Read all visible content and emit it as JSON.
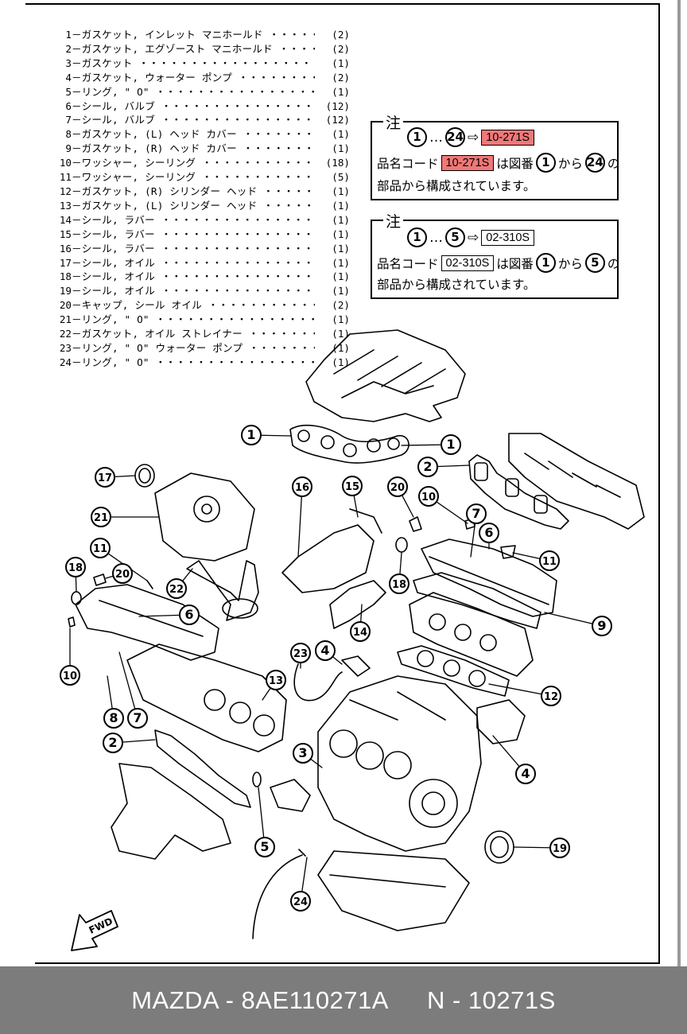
{
  "parts": [
    {
      "no": "1",
      "name": "ガスケット, インレット マニホールド",
      "qty": "(2)"
    },
    {
      "no": "2",
      "name": "ガスケット, エグゾースト マニホールド",
      "qty": "(2)"
    },
    {
      "no": "3",
      "name": "ガスケット",
      "qty": "(1)"
    },
    {
      "no": "4",
      "name": "ガスケット, ウォーター ポンプ",
      "qty": "(2)"
    },
    {
      "no": "5",
      "name": "リング, \" O\"",
      "qty": "(1)"
    },
    {
      "no": "6",
      "name": "シール, バルブ",
      "qty": "(12)"
    },
    {
      "no": "7",
      "name": "シール, バルブ",
      "qty": "(12)"
    },
    {
      "no": "8",
      "name": "ガスケット, (L) ヘッド カバー",
      "qty": "(1)"
    },
    {
      "no": "9",
      "name": "ガスケット, (R) ヘッド カバー",
      "qty": "(1)"
    },
    {
      "no": "10",
      "name": "ワッシャー, シーリング",
      "qty": "(18)"
    },
    {
      "no": "11",
      "name": "ワッシャー, シーリング",
      "qty": "(5)"
    },
    {
      "no": "12",
      "name": "ガスケット, (R) シリンダー ヘッド",
      "qty": "(1)"
    },
    {
      "no": "13",
      "name": "ガスケット, (L) シリンダー ヘッド",
      "qty": "(1)"
    },
    {
      "no": "14",
      "name": "シール, ラバー",
      "qty": "(1)"
    },
    {
      "no": "15",
      "name": "シール, ラバー",
      "qty": "(1)"
    },
    {
      "no": "16",
      "name": "シール, ラバー",
      "qty": "(1)"
    },
    {
      "no": "17",
      "name": "シール, オイル",
      "qty": "(1)"
    },
    {
      "no": "18",
      "name": "シール, オイル",
      "qty": "(1)"
    },
    {
      "no": "19",
      "name": "シール, オイル",
      "qty": "(1)"
    },
    {
      "no": "20",
      "name": "キャップ, シール オイル",
      "qty": "(2)"
    },
    {
      "no": "21",
      "name": "リング, \" O\"",
      "qty": "(1)"
    },
    {
      "no": "22",
      "name": "ガスケット, オイル ストレイナー",
      "qty": "(1)"
    },
    {
      "no": "23",
      "name": "リング, \" O\" ウォーター ポンプ",
      "qty": "(1)"
    },
    {
      "no": "24",
      "name": "リング, \" O\"",
      "qty": "(1)"
    }
  ],
  "notes": [
    {
      "label": "注",
      "from": "1",
      "to": "24",
      "code": "10-271S",
      "prefix": "品名コード",
      "mid": "は図番",
      "kara": "から",
      "no": "の",
      "line3": "部品から構成されています。",
      "highlight": true
    },
    {
      "label": "注",
      "from": "1",
      "to": "5",
      "code": "02-310S",
      "prefix": "品名コード",
      "mid": "は図番",
      "kara": "から",
      "no": "の",
      "line3": "部品から構成されています。",
      "highlight": false
    }
  ],
  "callouts": [
    "1",
    "1",
    "2",
    "2",
    "3",
    "4",
    "4",
    "5",
    "6",
    "6",
    "7",
    "7",
    "8",
    "9",
    "10",
    "10",
    "11",
    "11",
    "12",
    "13",
    "14",
    "15",
    "16",
    "17",
    "18",
    "18",
    "19",
    "20",
    "20",
    "21",
    "22",
    "23",
    "24"
  ],
  "fwd_label": "FWD",
  "footer": {
    "brand_part": "MAZDA - 8AE110271A",
    "ref": "N - 10271S"
  },
  "colors": {
    "highlight": "#f07878",
    "footer_bg": "#7c7c7c",
    "footer_text": "#ffffff"
  }
}
